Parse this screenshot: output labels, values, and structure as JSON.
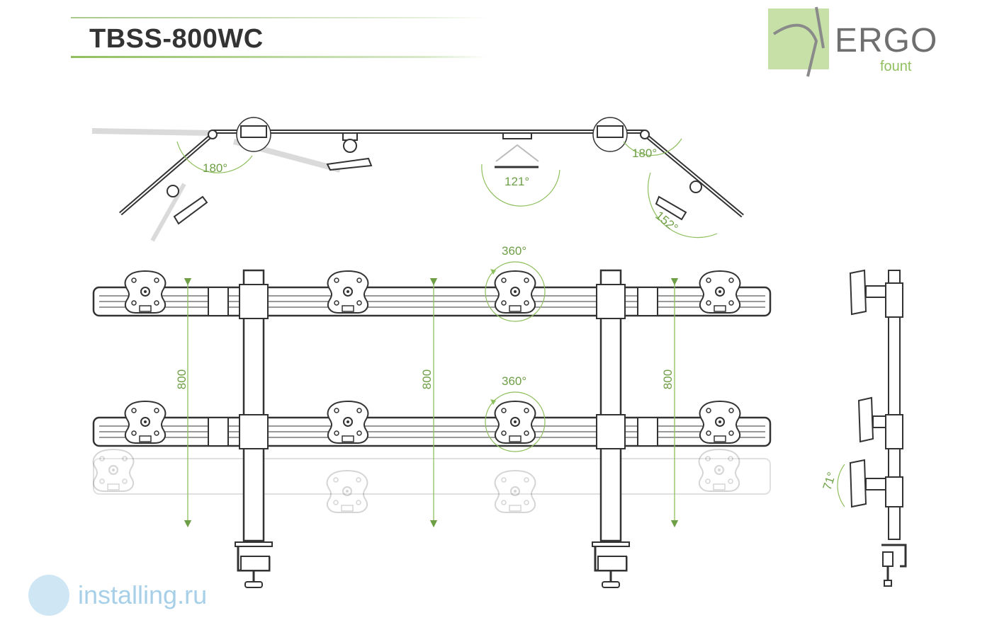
{
  "header": {
    "title": "TBSS-800WC"
  },
  "logo": {
    "word": "ERGO",
    "sub": "fount"
  },
  "watermark": {
    "text": "installing.ru"
  },
  "top_view": {
    "angle_left": "180°",
    "angle_center": "121°",
    "angle_right": "180°",
    "angle_right_tilt": "152°"
  },
  "front_view": {
    "rotation_top": "360°",
    "rotation_bottom": "360°",
    "height_left": "800",
    "height_center": "800",
    "height_right": "800"
  },
  "side_view": {
    "tilt": "71°"
  },
  "colors": {
    "accent": "#8fbf5e",
    "dimension": "#6e9f46",
    "line": "#333333",
    "ghost": "#d8d8d8"
  }
}
